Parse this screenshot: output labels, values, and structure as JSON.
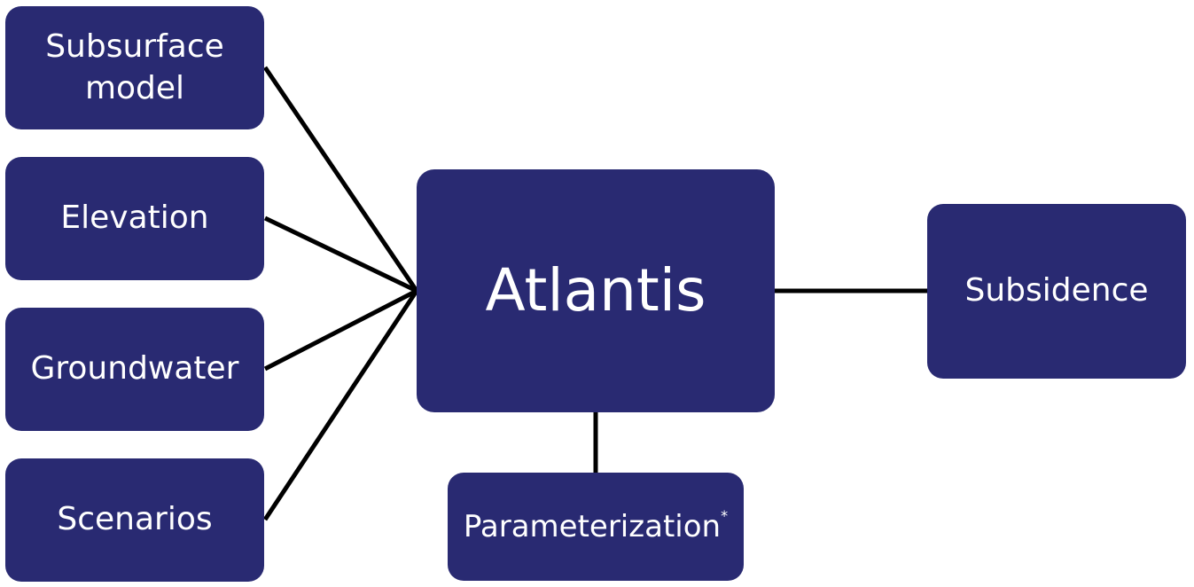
{
  "diagram": {
    "inputs": [
      {
        "label": "Subsurface model"
      },
      {
        "label": "Elevation"
      },
      {
        "label": "Groundwater"
      },
      {
        "label": "Scenarios"
      }
    ],
    "center": {
      "label": "Atlantis"
    },
    "output": {
      "label": "Subsidence"
    },
    "parameter": {
      "label": "Parameterization",
      "footnote_marker": "*"
    },
    "colors": {
      "node_fill": "#292a72",
      "node_text": "#ffffff",
      "connector": "#000000",
      "background": "#ffffff"
    }
  }
}
